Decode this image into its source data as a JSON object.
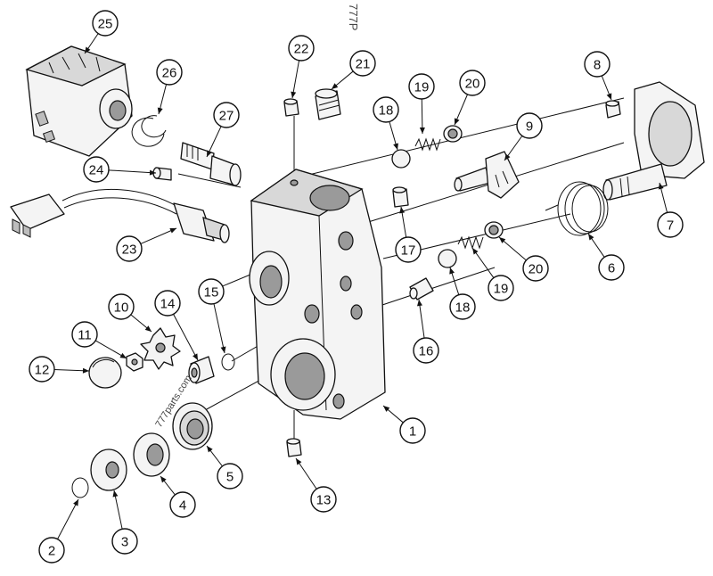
{
  "watermark": "777parts.com",
  "corner_mark": "777P",
  "callouts": [
    {
      "n": "1"
    },
    {
      "n": "2"
    },
    {
      "n": "3"
    },
    {
      "n": "4"
    },
    {
      "n": "5"
    },
    {
      "n": "6"
    },
    {
      "n": "7"
    },
    {
      "n": "8"
    },
    {
      "n": "9"
    },
    {
      "n": "10"
    },
    {
      "n": "11"
    },
    {
      "n": "12"
    },
    {
      "n": "13"
    },
    {
      "n": "14"
    },
    {
      "n": "15"
    },
    {
      "n": "16"
    },
    {
      "n": "17"
    },
    {
      "n": "18"
    },
    {
      "n": "18"
    },
    {
      "n": "19"
    },
    {
      "n": "19"
    },
    {
      "n": "20"
    },
    {
      "n": "20"
    },
    {
      "n": "21"
    },
    {
      "n": "22"
    },
    {
      "n": "23"
    },
    {
      "n": "24"
    },
    {
      "n": "25"
    },
    {
      "n": "26"
    },
    {
      "n": "27"
    }
  ]
}
